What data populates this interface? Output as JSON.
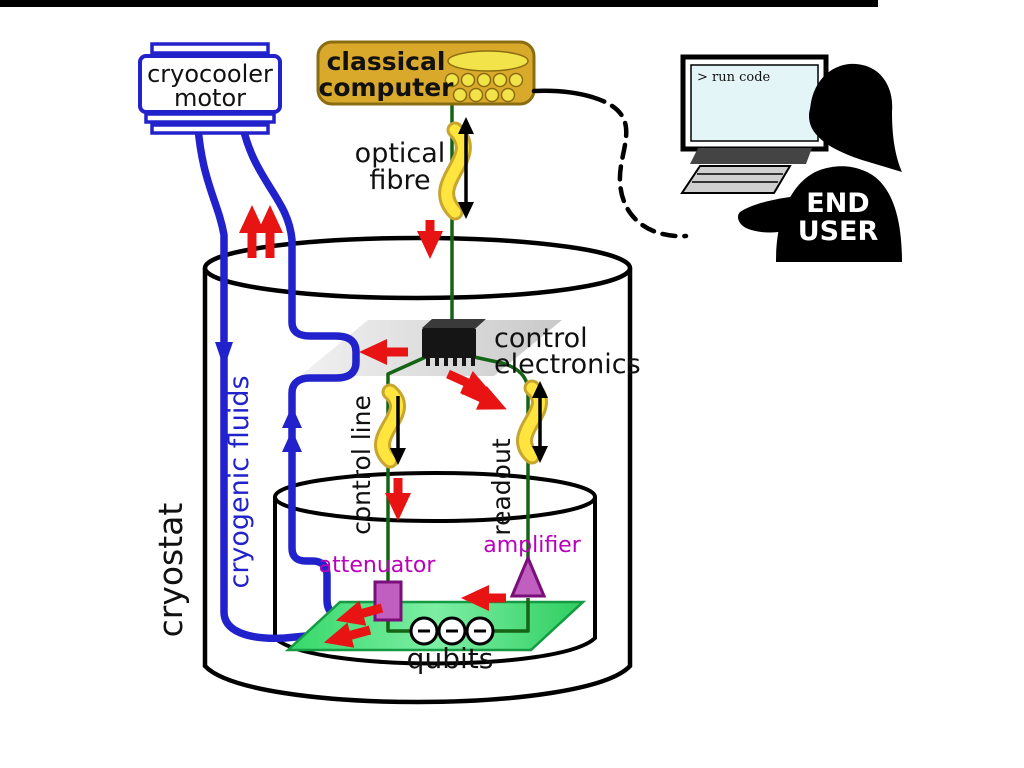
{
  "diagram": {
    "cryocooler": {
      "line1": "cryocooler",
      "line2": "motor"
    },
    "classical_computer": {
      "line1": "classical",
      "line2": "computer"
    },
    "optical_fibre": {
      "line1": "optical",
      "line2": "fibre"
    },
    "terminal_prompt": "> run code",
    "end_user": {
      "line1": "END",
      "line2": "USER"
    },
    "control_electronics": {
      "line1": "control",
      "line2": "electronics"
    },
    "control_line": "control line",
    "readout": "readout",
    "cryogenic_fluids": "cryogenic fluids",
    "cryostat": "cryostat",
    "attenuator": "attenuator",
    "amplifier": "amplifier",
    "qubits": "qubits"
  },
  "colors": {
    "pipe_blue": "#2222cc",
    "signal_green": "#156315",
    "arrow_red": "#e81313",
    "computer_gold": "#d9a92c",
    "computer_gold_border": "#8a6d10",
    "computer_screen_yellow": "#f2e34a",
    "wave_yellow": "#ffe53e",
    "wave_outline": "#c8a52e",
    "label_magenta": "#bb00bb",
    "component_purple": "#c05fc0",
    "component_border": "#7a0f7a",
    "platform_green": "#3fdf6f",
    "platform_border": "#149a42",
    "terminal_bg": "#e4f5f7",
    "silhouette_black": "#000000"
  }
}
